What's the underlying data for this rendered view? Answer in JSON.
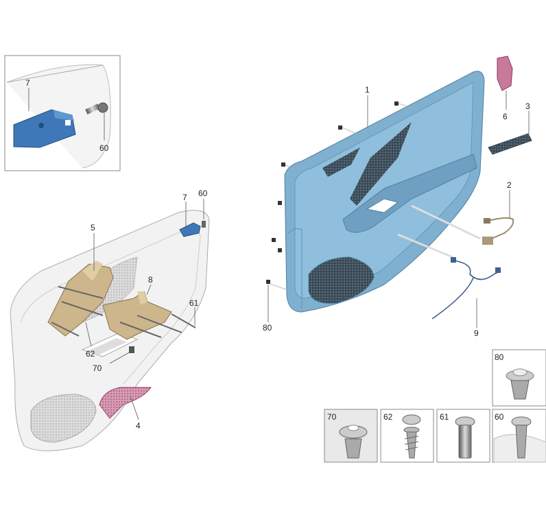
{
  "diagram": {
    "callouts": {
      "c1": "1",
      "c2": "2",
      "c3": "3",
      "c4": "4",
      "c5": "5",
      "c6": "6",
      "c7_detail": "7",
      "c7_main": "7",
      "c8": "8",
      "c9": "9",
      "c60_detail": "60",
      "c60_main": "60",
      "c61": "61",
      "c62": "62",
      "c70": "70",
      "c80": "80"
    },
    "inset_labels": {
      "i80": "80",
      "i70": "70",
      "i62": "62",
      "i61": "61",
      "i60": "60"
    },
    "colors": {
      "door_panel_blue": "#7fb0d0",
      "door_panel_dark": "#4f7f9f",
      "bracket_blue": "#3f78b8",
      "mesh_pink": "#c87a9a",
      "bracket_tan": "#cdb68c",
      "carrier_white": "#f2f2f2"
    }
  }
}
